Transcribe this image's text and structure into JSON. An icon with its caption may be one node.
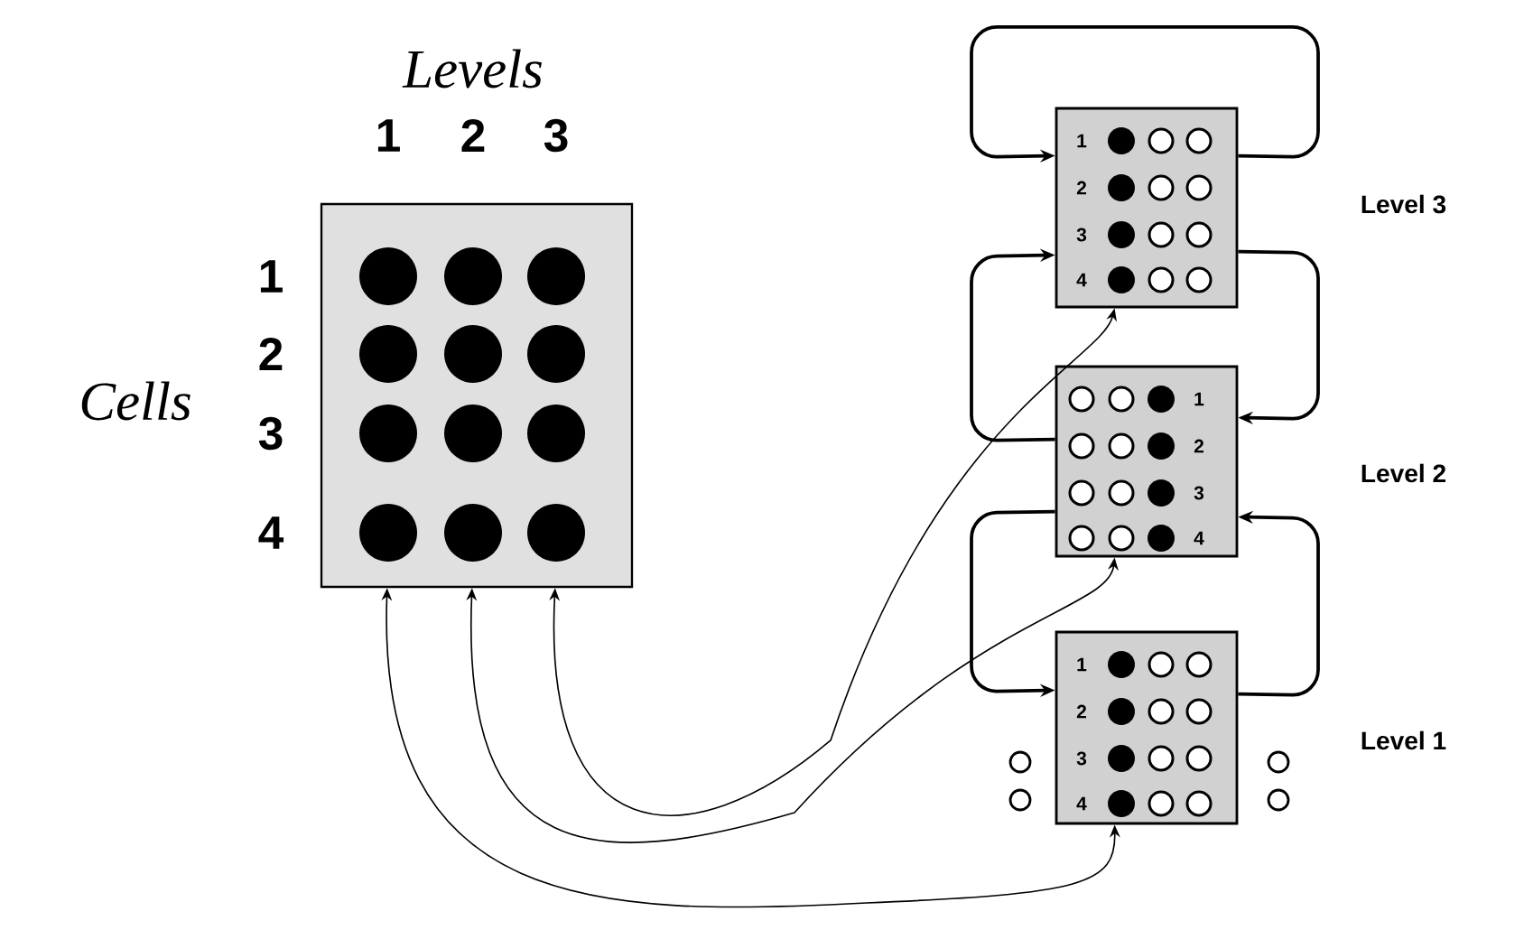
{
  "diagram": {
    "nodes": [
      {
        "text": [],
        "shape": "box"
      },
      {
        "text": [
          "1",
          "2",
          "3",
          "4"
        ]
      },
      {
        "text": [
          "1",
          "2",
          "3",
          "4"
        ]
      },
      {
        "text": [
          "1",
          "2",
          "3",
          "4"
        ]
      }
    ],
    "edges": [
      {
        "from": 1,
        "to": 1,
        "arrow": "to"
      },
      {
        "from": 1,
        "to": 2,
        "arrow": "to"
      },
      {
        "from": 2,
        "to": 1,
        "arrow": "to"
      },
      {
        "from": 2,
        "to": 3,
        "arrow": "to"
      },
      {
        "from": 3,
        "to": 2,
        "arrow": "to"
      },
      {
        "from": 0,
        "to": 1,
        "arrow": "both"
      },
      {
        "from": 0,
        "to": 2,
        "arrow": "both"
      },
      {
        "from": 0,
        "to": 3,
        "arrow": "both"
      }
    ],
    "labels": [
      "Levels",
      "1",
      "2",
      "3",
      "Level 3",
      "1",
      "2",
      "Cells",
      "3",
      "Level 2",
      "4",
      "Level 1"
    ]
  }
}
